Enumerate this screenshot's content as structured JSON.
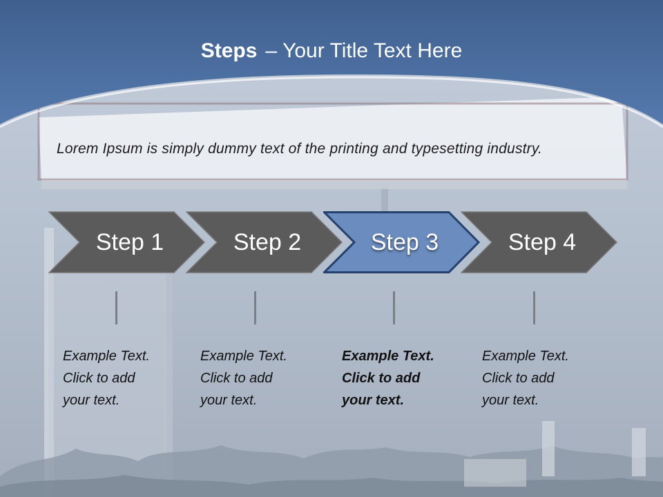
{
  "title": {
    "bold": "Steps",
    "separator": "–",
    "rest": "Your Title Text Here"
  },
  "intro": "Lorem Ipsum is simply dummy text of the printing and typesetting industry.",
  "steps": [
    {
      "label": "Step 1",
      "lines": [
        "Example Text.",
        "Click  to add",
        "your text."
      ]
    },
    {
      "label": "Step 2",
      "lines": [
        "Example Text.",
        "Click  to add",
        "your text."
      ]
    },
    {
      "label": "Step 3",
      "lines": [
        "Example Text.",
        "Click  to add",
        "your text."
      ],
      "active": true
    },
    {
      "label": "Step 4",
      "lines": [
        "Example Text.",
        "Click  to add",
        "your text."
      ]
    }
  ],
  "colors": {
    "header": "#4a6fa5",
    "step_arrow": "#5b5b5b",
    "active_arrow": "#6b8cbe",
    "active_outline": "#23406f"
  }
}
